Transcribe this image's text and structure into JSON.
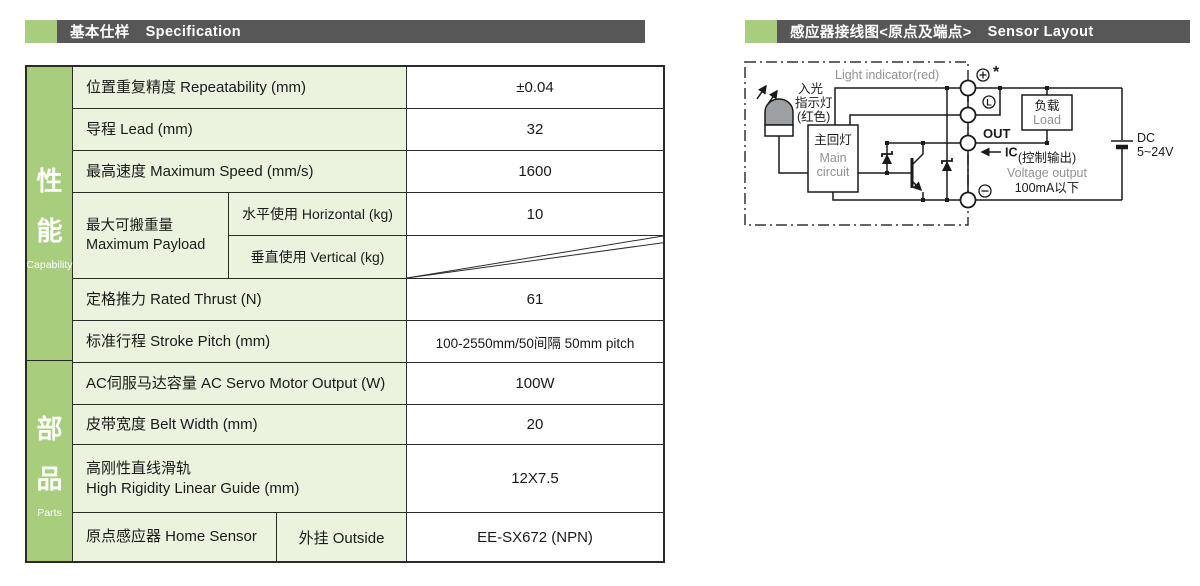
{
  "colors": {
    "accent_green": "#a8cd7d",
    "cell_green": "#eaf3de",
    "header_gray": "#57575a",
    "border_dark": "#2b2b2b",
    "gray_text": "#8f9194",
    "led_gray": "#9da0a3"
  },
  "headers": {
    "spec": {
      "cn": "基本仕样",
      "en": "Specification"
    },
    "sensor": {
      "cn": "感应器接线图<原点及端点>",
      "en": "Sensor Layout"
    }
  },
  "table": {
    "sections": {
      "capability": {
        "cn": "性能",
        "en": "Capability"
      },
      "parts": {
        "cn": "部品",
        "en": "Parts"
      }
    },
    "rows": {
      "repeatability": {
        "label": "位置重复精度  Repeatability (mm)",
        "value": "±0.04"
      },
      "lead": {
        "label": "导程  Lead (mm)",
        "value": "32"
      },
      "max_speed": {
        "label": "最高速度  Maximum Speed (mm/s)",
        "value": "1600"
      },
      "payload": {
        "label_cn": "最大可搬重量",
        "label_en": "Maximum Payload",
        "horizontal": {
          "label": "水平使用 Horizontal (kg)",
          "value": "10"
        },
        "vertical": {
          "label": "垂直使用 Vertical (kg)",
          "value": ""
        }
      },
      "rated_thrust": {
        "label": "定格推力 Rated Thrust (N)",
        "value": "61"
      },
      "stroke_pitch": {
        "label": "标准行程 Stroke Pitch (mm)",
        "value": "100-2550mm/50间隔  50mm pitch"
      },
      "servo_output": {
        "label": "AC伺服马达容量 AC Servo Motor Output (W)",
        "value": "100W"
      },
      "belt_width": {
        "label": "皮带宽度 Belt Width (mm)",
        "value": "20"
      },
      "linear_guide": {
        "label_cn": "高刚性直线滑轨",
        "label_en": "High Rigidity Linear Guide (mm)",
        "value": "12X7.5"
      },
      "home_sensor": {
        "label": "原点感应器 Home Sensor",
        "sub_label": "外挂 Outside",
        "value": "EE-SX672 (NPN)"
      }
    }
  },
  "diagram": {
    "light_indicator": "Light indicator(red)",
    "led_label": [
      "入光",
      "指示灯",
      "(红色)"
    ],
    "main_circuit": {
      "cn": "主回灯",
      "en1": "Main",
      "en2": "circuit"
    },
    "load": {
      "cn": "负载",
      "en": "Load"
    },
    "terminals": {
      "light_on": "L",
      "out": "OUT",
      "asterisk": "*",
      "ic": "IC"
    },
    "output_note": {
      "cn": "(控制输出)",
      "en": "Voltage output",
      "limit": "100mA以下"
    },
    "power": {
      "line1": "DC",
      "line2": "5~24V"
    }
  }
}
